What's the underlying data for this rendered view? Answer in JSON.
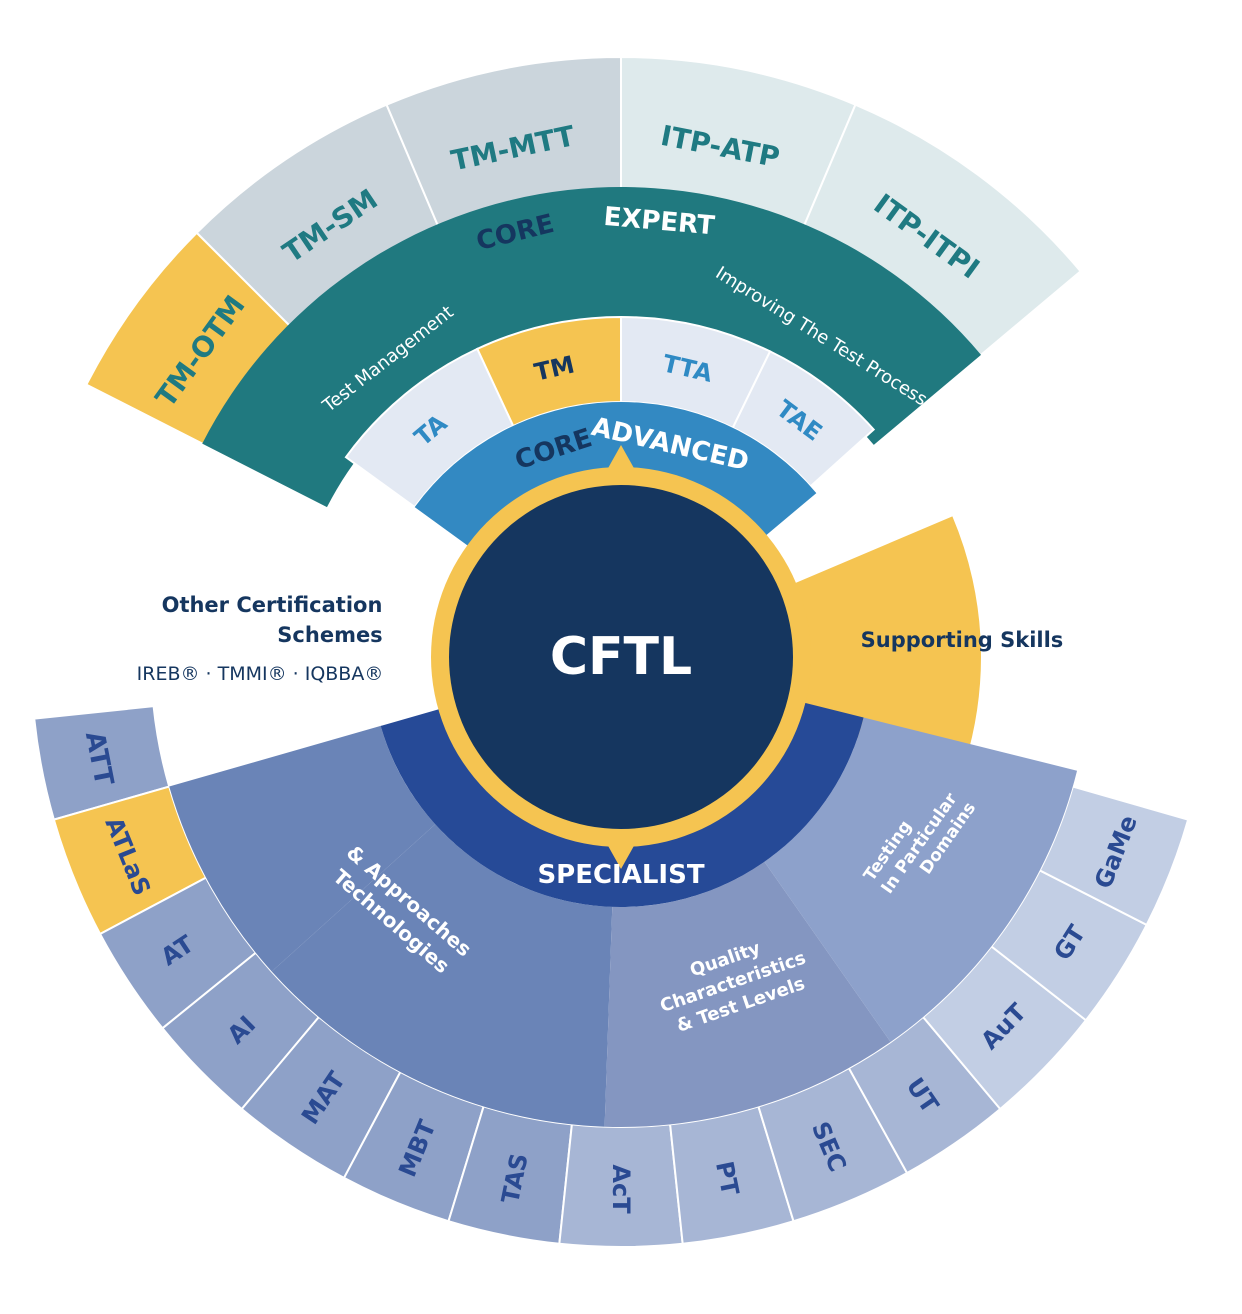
{
  "colors": {
    "gray_ring": "#c5cbd6",
    "gold": "#f5c451",
    "teal": "#20797f",
    "light_gray": "#cbd5dc",
    "pale_teal": "#deeaec",
    "pale_blue": "#e3e9f3",
    "advanced_blue": "#3389c2",
    "specialist_blue": "#264a97",
    "navy": "#15365f",
    "tech_blue": "#6a84b7",
    "quality_blue": "#8496c1",
    "domain_blue": "#8da1cb",
    "outer_blue": "#8ea1c8",
    "outer_light": "#a7b6d5",
    "outer_pale": "#c2cee4",
    "dark_text": "#15365f",
    "teal_text": "#1f7a82",
    "blue_text": "#2f8ac4",
    "spec_text": "#2a4a92"
  },
  "center": {
    "title": "CFTL"
  },
  "core_advanced": {
    "word1": "CORE",
    "word2": "ADVANCED",
    "items": [
      "TA",
      "TM",
      "TTA",
      "TAE"
    ]
  },
  "core_expert": {
    "word1": "CORE",
    "word2": "EXPERT",
    "left_label": "Test Management",
    "right_label": "Improving The Test Process"
  },
  "expert_modules": [
    "TM-OTM",
    "TM-SM",
    "TM-MTT",
    "ITP-ATP",
    "ITP-ITPI"
  ],
  "other_schemes": {
    "line1": "Other Certification",
    "line2": "Schemes",
    "line3": "IREB® · TMMI® · IQBBA®"
  },
  "supporting": {
    "label": "Supporting Skills"
  },
  "specialist": {
    "label": "SPECIALIST",
    "tech": {
      "line1": "Technologies",
      "line2": "& Approaches"
    },
    "quality": {
      "line1": "Quality",
      "line2": "Characteristics",
      "line3": "& Test Levels"
    },
    "domains": {
      "line1": "Testing",
      "line2": "In Particular",
      "line3": "Domains"
    }
  },
  "specialist_modules": {
    "upper_left": [
      "ATT",
      "ATLaS"
    ],
    "tech": [
      "AT",
      "AI",
      "MAT",
      "MBT",
      "TAS"
    ],
    "quality": [
      "AcT",
      "PT",
      "SEC",
      "UT"
    ],
    "domains": [
      "AuT",
      "GT",
      "GaMe"
    ]
  }
}
